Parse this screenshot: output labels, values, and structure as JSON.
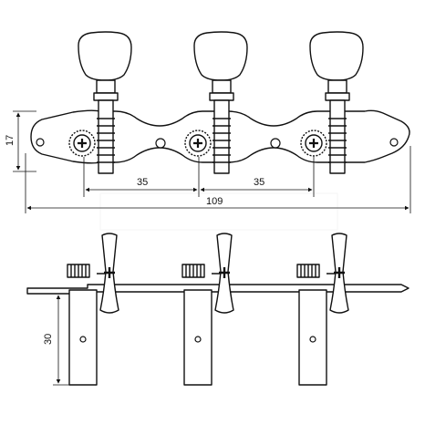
{
  "dimensions": {
    "plate_height": "17",
    "spacing_left": "35",
    "spacing_right": "35",
    "total_length": "109",
    "shaft_length": "30"
  },
  "colors": {
    "line": "#111111",
    "background": "#ffffff"
  }
}
